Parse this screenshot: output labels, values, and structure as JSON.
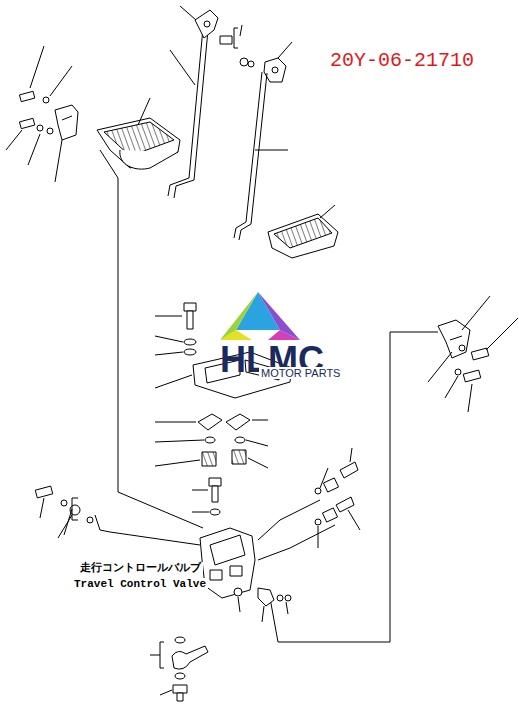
{
  "diagram": {
    "labels": [
      "20Y-06-21710",
      "HLMC",
      "MOTOR PARTS",
      "走行コントロールバルブ",
      "Travel Control Valve"
    ]
  }
}
